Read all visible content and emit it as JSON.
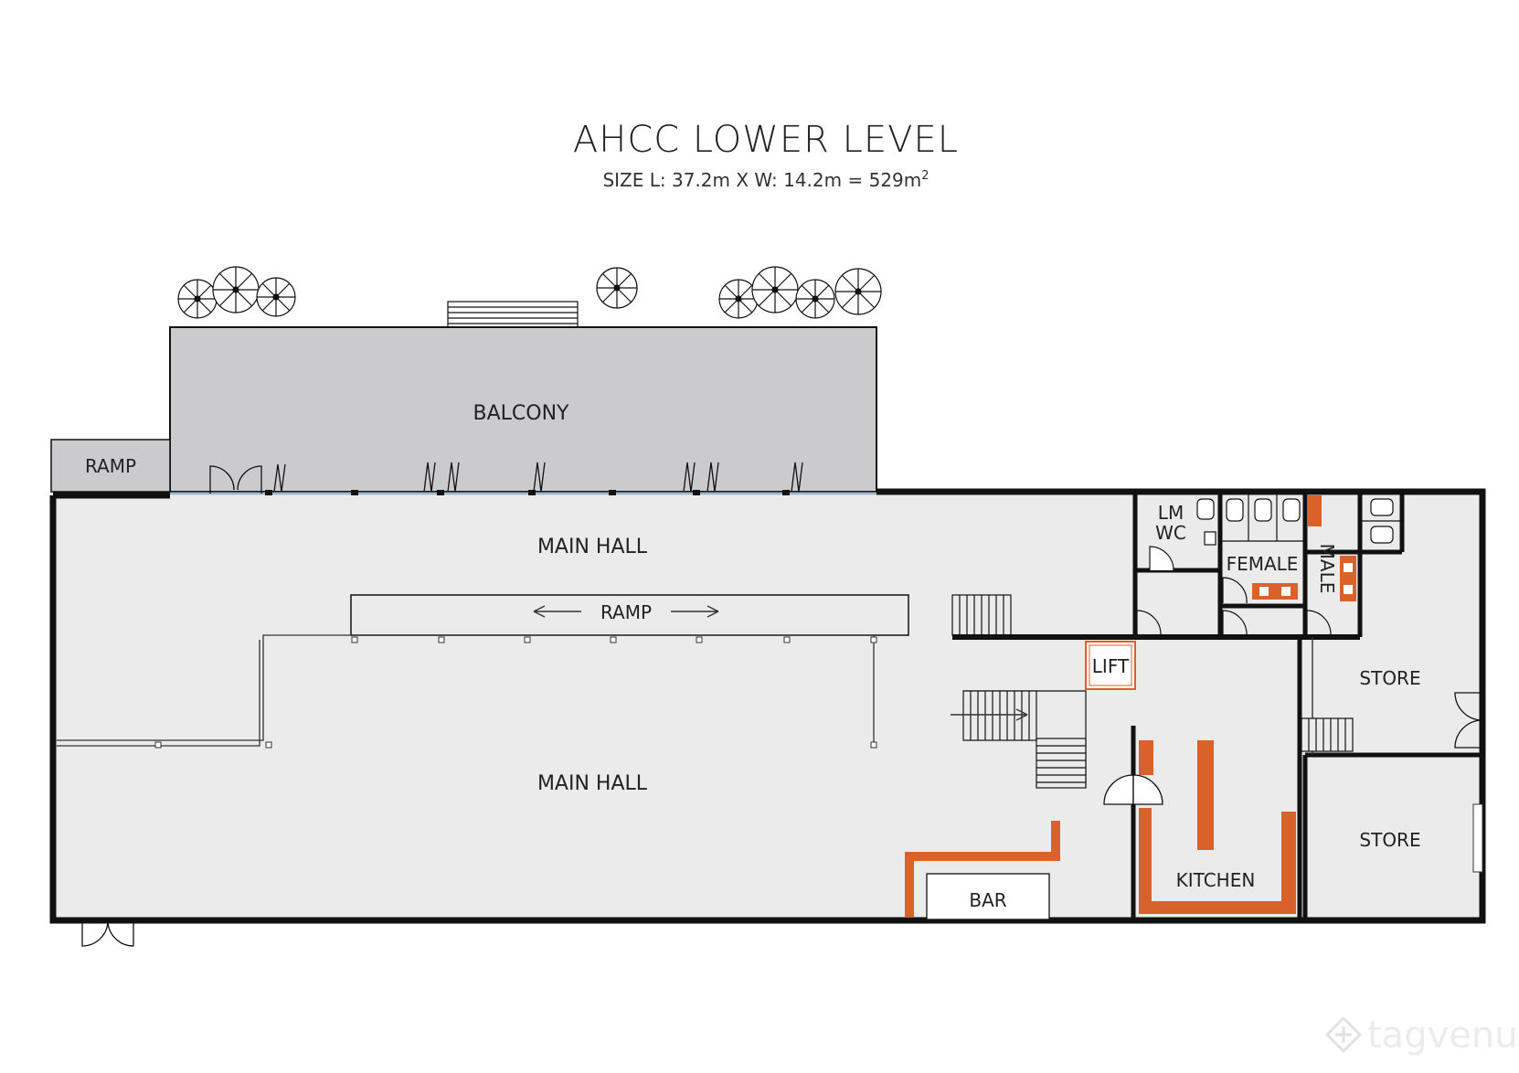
{
  "header": {
    "title": "AHCC LOWER LEVEL",
    "size_prefix": "SIZE L: 37.2m X W: 14.2m = 529m",
    "size_sup": "2"
  },
  "rooms": {
    "balcony": "BALCONY",
    "ramp_outside": "RAMP",
    "main_hall_upper": "MAIN HALL",
    "main_hall_lower": "MAIN HALL",
    "ramp_inside": "RAMP",
    "lm_wc_line1": "LM",
    "lm_wc_line2": "WC",
    "female": "FEMALE",
    "male": "MALE",
    "lift": "LIFT",
    "store_upper": "STORE",
    "store_lower": "STORE",
    "kitchen": "KITCHEN",
    "bar": "BAR"
  },
  "watermark": {
    "text": "tagvenue",
    "logo_icon": "tagvenue-logo-icon"
  },
  "colors": {
    "balcony_fill": "#cbcbcd",
    "floor_fill": "#ebebec",
    "wall": "#111111",
    "fixture_orange": "#d9622b"
  }
}
